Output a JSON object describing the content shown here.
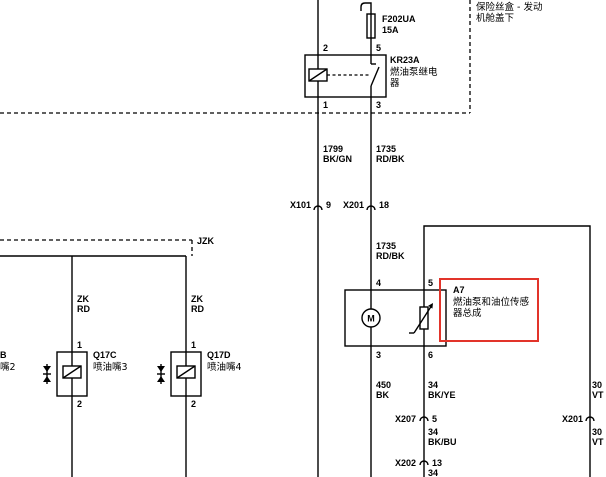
{
  "fuse_box": {
    "label_line1": "保险丝盒 - 发动",
    "label_line2": "机舱盖下"
  },
  "fuse": {
    "id": "F202UA",
    "rating": "15A"
  },
  "relay": {
    "id": "KR23A",
    "name_line1": "燃油泵继电",
    "name_line2": "器",
    "pin_coil_top": "2",
    "pin_switch_top": "5",
    "pin_coil_bottom": "1",
    "pin_switch_bottom": "3"
  },
  "wires": {
    "relay_pin1_wire": {
      "circuit": "1799",
      "color": "BK/GN"
    },
    "relay_pin3_wire_upper": {
      "circuit": "1735",
      "color": "RD/BK"
    },
    "relay_pin3_wire_lower": {
      "circuit": "1735",
      "color": "RD/BK"
    },
    "a7_pin3_wire": {
      "circuit": "450",
      "color": "BK"
    },
    "a7_pin6_wire_a": {
      "circuit": "34",
      "color": "BK/YE"
    },
    "a7_pin6_wire_b": {
      "circuit": "34",
      "color": "BK/BU"
    },
    "a7_pin6_wire_c": {
      "circuit": "34"
    },
    "a7_pin5_wire_a": {
      "circuit": "30",
      "color": "VT"
    },
    "a7_pin5_wire_b": {
      "circuit": "30",
      "color": "VT"
    },
    "q17c_pin1_wire": {
      "circuit": "ZK",
      "color": "RD"
    },
    "q17d_pin1_wire": {
      "circuit": "ZK",
      "color": "RD"
    }
  },
  "connectors": {
    "x101": {
      "id": "X101",
      "pin": "9"
    },
    "x201_upper": {
      "id": "X201",
      "pin": "18"
    },
    "x207": {
      "id": "X207",
      "pin": "5"
    },
    "x202": {
      "id": "X202",
      "pin": "13"
    },
    "x201_right": {
      "id": "X201"
    }
  },
  "module_a7": {
    "id": "A7",
    "name_line1": "燃油泵和油位传感",
    "name_line2": "器总成",
    "motor_label": "M",
    "pin_motor_top": "4",
    "pin_sensor_top": "5",
    "pin_motor_bottom": "3",
    "pin_sensor_bottom": "6"
  },
  "splice": {
    "id": "JZK"
  },
  "injectors": [
    {
      "id": "Q17C",
      "name": "喷油嘴3",
      "pin_top": "1",
      "pin_bottom": "2"
    },
    {
      "id": "Q17D",
      "name": "喷油嘴4",
      "pin_top": "1",
      "pin_bottom": "2"
    }
  ],
  "partial_left": {
    "id_fragment": "B",
    "name_fragment": "嘴2"
  },
  "colors": {
    "line": "#000000",
    "highlight": "#e2342a",
    "background": "#ffffff"
  }
}
